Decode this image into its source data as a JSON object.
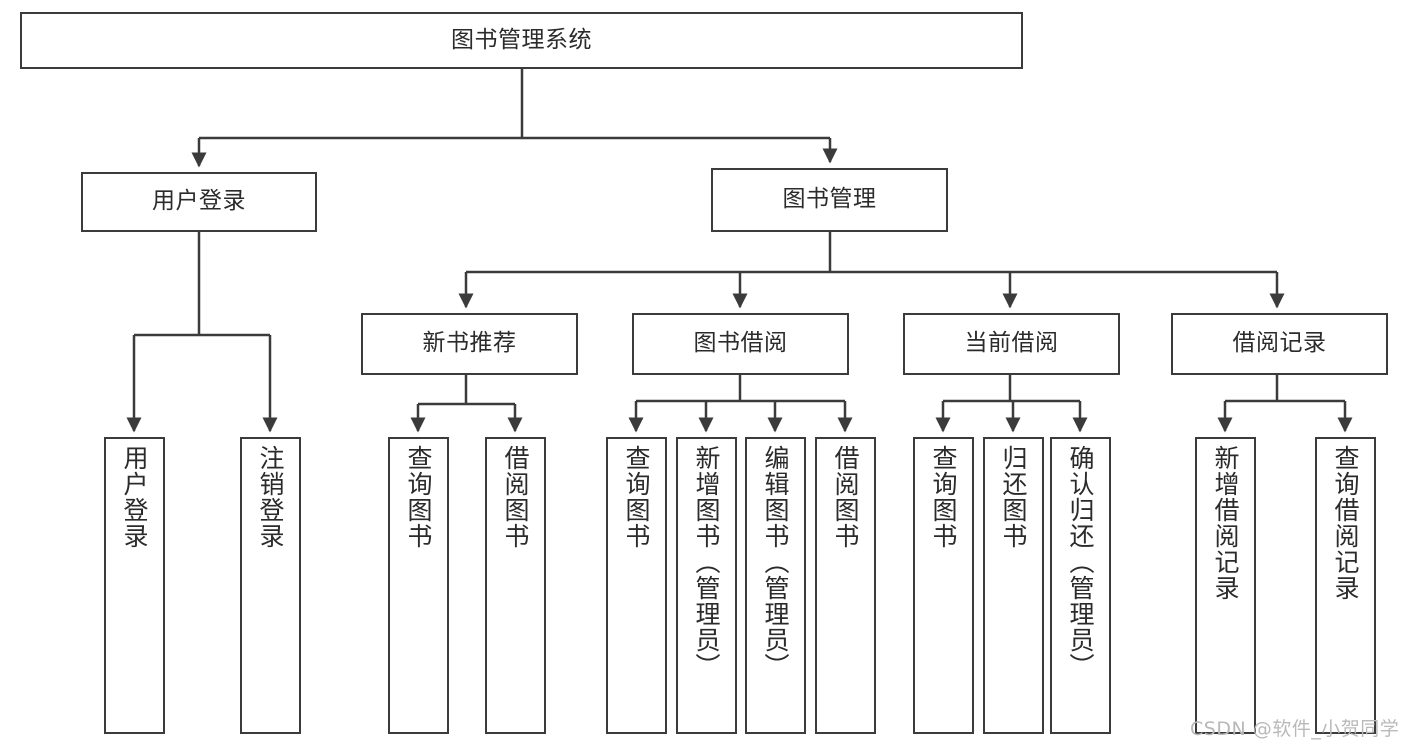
{
  "diagram": {
    "title": "图书管理系统",
    "type": "tree-hierarchy-chart",
    "watermark": "CSDN @软件_小贺同学",
    "colors": {
      "box_border": "#3b3b3b",
      "box_fill": "#ffffff",
      "edge": "#3b3b3b",
      "text": "#2b2b2b",
      "watermark": "#b9b9b9",
      "background": "#ffffff"
    },
    "nodes": {
      "root": {
        "label": "图书管理系统"
      },
      "level2": [
        {
          "id": "user-login",
          "label": "用户登录"
        },
        {
          "id": "book-manage",
          "label": "图书管理"
        }
      ],
      "level3": [
        {
          "id": "new-book-recommend",
          "label": "新书推荐"
        },
        {
          "id": "book-borrow",
          "label": "图书借阅"
        },
        {
          "id": "current-borrow",
          "label": "当前借阅"
        },
        {
          "id": "borrow-record",
          "label": "借阅记录"
        }
      ],
      "leaves": {
        "user_login": [
          {
            "id": "leaf-user-login",
            "label": "用户登录"
          },
          {
            "id": "leaf-logout-login",
            "label": "注销登录"
          }
        ],
        "new_book_recommend": [
          {
            "id": "leaf-query-book-1",
            "label": "查询图书"
          },
          {
            "id": "leaf-borrow-book-1",
            "label": "借阅图书"
          }
        ],
        "book_borrow": [
          {
            "id": "leaf-query-book-2",
            "label": "查询图书"
          },
          {
            "id": "leaf-add-book",
            "label": "新增图书（管理员）"
          },
          {
            "id": "leaf-edit-book",
            "label": "编辑图书（管理员）"
          },
          {
            "id": "leaf-borrow-book-2",
            "label": "借阅图书"
          }
        ],
        "current_borrow": [
          {
            "id": "leaf-query-book-3",
            "label": "查询图书"
          },
          {
            "id": "leaf-return-book",
            "label": "归还图书"
          },
          {
            "id": "leaf-confirm-return",
            "label": "确认归还（管理员）"
          }
        ],
        "borrow_record": [
          {
            "id": "leaf-add-record",
            "label": "新增借阅记录"
          },
          {
            "id": "leaf-query-record",
            "label": "查询借阅记录"
          }
        ]
      }
    }
  }
}
